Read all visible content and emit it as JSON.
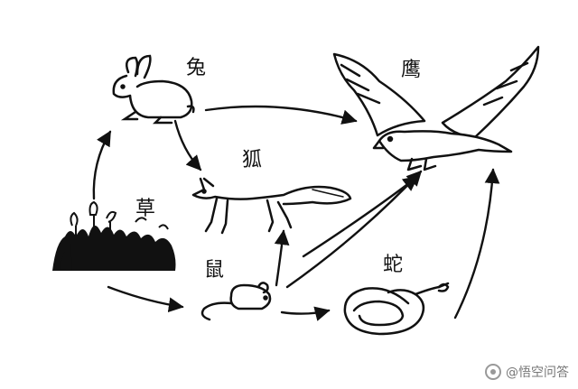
{
  "nodes": {
    "rabbit": "兔",
    "eagle": "鹰",
    "fox": "狐",
    "grass": "草",
    "mouse": "鼠",
    "snake": "蛇"
  },
  "watermark": {
    "text": "@悟空问答"
  },
  "colors": {
    "ink": "#111111"
  }
}
